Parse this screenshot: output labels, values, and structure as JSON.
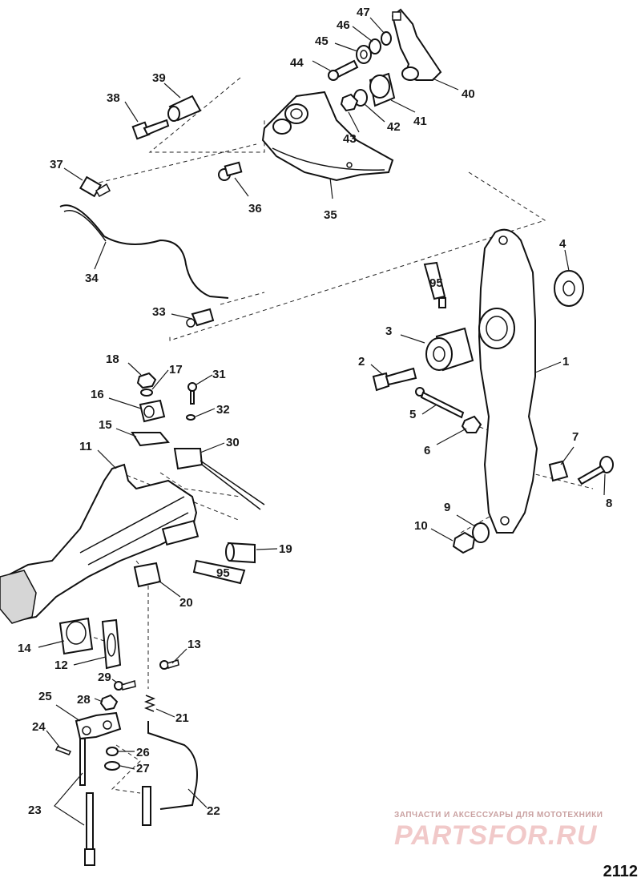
{
  "figure": {
    "number": "2112",
    "watermark_caption": "ЗАПЧАСТИ И АКСЕССУАРЫ ДЛЯ МОТОТЕХНИКИ",
    "watermark_logo": "PARTSFOR.RU"
  },
  "callouts": [
    {
      "n": "1"
    },
    {
      "n": "2"
    },
    {
      "n": "3"
    },
    {
      "n": "4"
    },
    {
      "n": "5"
    },
    {
      "n": "6"
    },
    {
      "n": "7"
    },
    {
      "n": "8"
    },
    {
      "n": "9"
    },
    {
      "n": "10"
    },
    {
      "n": "11"
    },
    {
      "n": "12"
    },
    {
      "n": "13"
    },
    {
      "n": "14"
    },
    {
      "n": "15"
    },
    {
      "n": "16"
    },
    {
      "n": "17"
    },
    {
      "n": "18"
    },
    {
      "n": "19"
    },
    {
      "n": "20"
    },
    {
      "n": "21"
    },
    {
      "n": "22"
    },
    {
      "n": "23"
    },
    {
      "n": "24"
    },
    {
      "n": "25"
    },
    {
      "n": "26"
    },
    {
      "n": "27"
    },
    {
      "n": "28"
    },
    {
      "n": "29"
    },
    {
      "n": "30"
    },
    {
      "n": "31"
    },
    {
      "n": "32"
    },
    {
      "n": "33"
    },
    {
      "n": "34"
    },
    {
      "n": "35"
    },
    {
      "n": "36"
    },
    {
      "n": "37"
    },
    {
      "n": "38"
    },
    {
      "n": "39"
    },
    {
      "n": "40"
    },
    {
      "n": "41"
    },
    {
      "n": "42"
    },
    {
      "n": "43"
    },
    {
      "n": "44"
    },
    {
      "n": "45"
    },
    {
      "n": "46"
    },
    {
      "n": "47"
    }
  ],
  "tube_labels": {
    "upper": "95",
    "lower": "95"
  }
}
